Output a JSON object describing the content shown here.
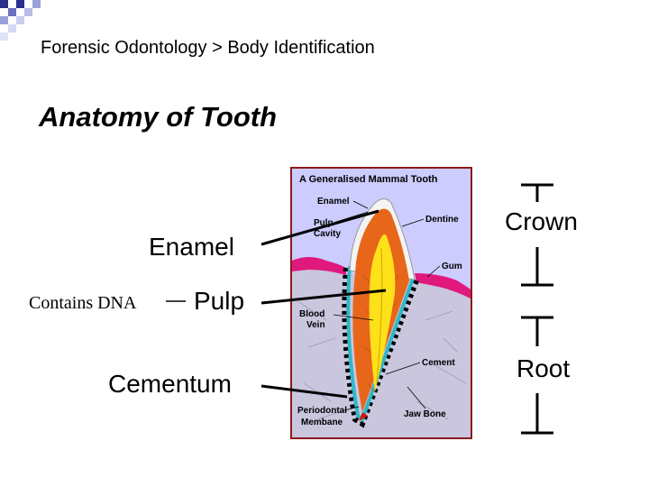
{
  "breadcrumb": "Forensic Odontology > Body Identification",
  "title": "Anatomy of Tooth",
  "labels": {
    "enamel": "Enamel",
    "contains_dna": "Contains DNA",
    "pulp": "Pulp",
    "cementum": "Cementum",
    "crown": "Crown",
    "root": "Root"
  },
  "diagram": {
    "title": "A Generalised Mammal Tooth",
    "enamel": "Enamel",
    "pulp_cavity_1": "Pulp",
    "pulp_cavity_2": "Cavity",
    "dentine": "Dentine",
    "gum": "Gum",
    "blood_vein_1": "Blood",
    "blood_vein_2": "Vein",
    "cement": "Cement",
    "periodontal_1": "Periodontal",
    "periodontal_2": "Membane",
    "jaw_bone": "Jaw Bone"
  },
  "colors": {
    "diagram_border": "#8b1a1a",
    "background_panel": "#ccccff",
    "bone": "#c9c6de",
    "dentine": "#e8661a",
    "pulp": "#ffe11a",
    "gum": "#e0197d",
    "cement": "#2fb7c8",
    "deco_squares": "#2b2f8f"
  }
}
